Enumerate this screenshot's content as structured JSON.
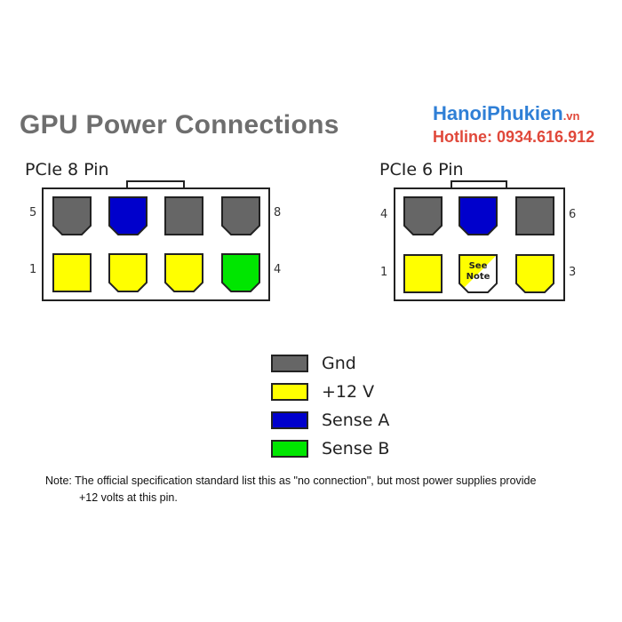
{
  "title": "GPU Power Connections",
  "brand": {
    "name": "HanoiPhukien",
    "tld": ".vn",
    "hotline": "Hotline: 0934.616.912"
  },
  "colors": {
    "gnd": "#666666",
    "v12": "#ffff00",
    "sense_a": "#0000cc",
    "sense_b": "#00e600"
  },
  "connectors": [
    {
      "label": "PCIe 8 Pin",
      "top_left_num": "5",
      "top_right_num": "8",
      "bottom_left_num": "1",
      "bottom_right_num": "4",
      "top_row": [
        "gnd",
        "sense_a",
        "gnd",
        "gnd"
      ],
      "bottom_row": [
        "v12",
        "v12",
        "v12",
        "sense_b"
      ]
    },
    {
      "label": "PCIe 6 Pin",
      "top_left_num": "4",
      "top_right_num": "6",
      "bottom_left_num": "1",
      "bottom_right_num": "3",
      "top_row": [
        "gnd",
        "sense_a",
        "gnd"
      ],
      "bottom_row": [
        "v12",
        "see_note",
        "v12"
      ],
      "see_note_text": [
        "See",
        "Note"
      ]
    }
  ],
  "legend": [
    {
      "key": "gnd",
      "label": "Gnd"
    },
    {
      "key": "v12",
      "label": "+12 V"
    },
    {
      "key": "sense_a",
      "label": "Sense A"
    },
    {
      "key": "sense_b",
      "label": "Sense B"
    }
  ],
  "note": {
    "line1": "Note: The official specification standard list this as \"no connection\", but most power supplies provide",
    "line2": "+12 volts at this pin."
  }
}
